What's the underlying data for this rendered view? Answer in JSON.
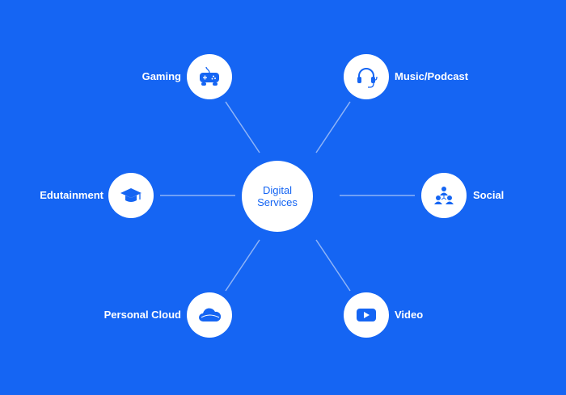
{
  "center": {
    "line1": "Digital",
    "line2": "Services"
  },
  "nodes": {
    "gaming": {
      "label": "Gaming",
      "icon": "gamepad-icon"
    },
    "music": {
      "label": "Music/Podcast",
      "icon": "headphones-icon"
    },
    "edutainment": {
      "label": "Edutainment",
      "icon": "graduation-cap-icon"
    },
    "social": {
      "label": "Social",
      "icon": "people-network-icon"
    },
    "cloud": {
      "label": "Personal Cloud",
      "icon": "cloud-icon"
    },
    "video": {
      "label": "Video",
      "icon": "play-button-icon"
    }
  },
  "colors": {
    "background": "#1565f3",
    "node": "#ffffff",
    "line": "#8fb4f7"
  }
}
